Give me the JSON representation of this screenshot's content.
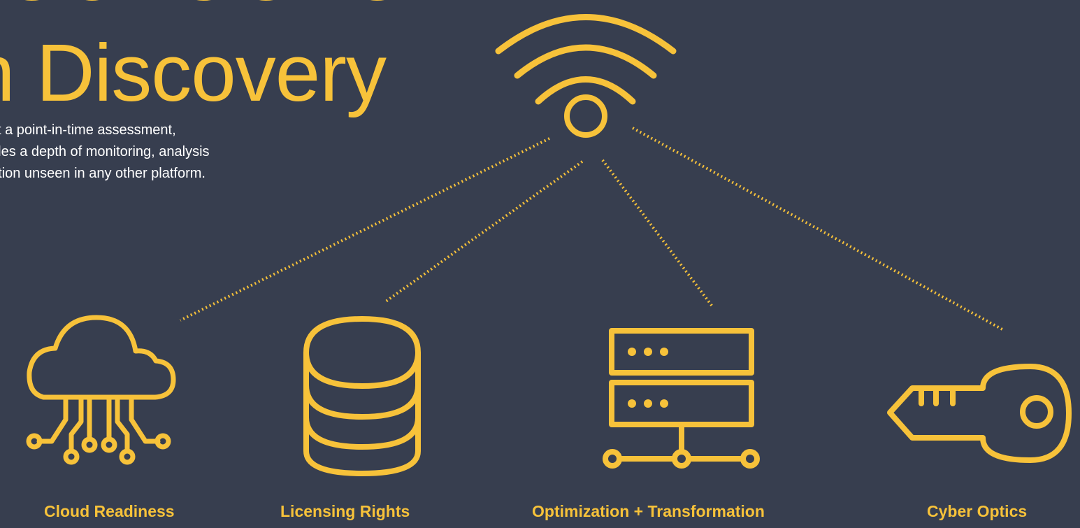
{
  "title": {
    "partial_top": "OUTGOTO",
    "main": "n Discovery"
  },
  "description": {
    "lines": [
      "st a point-in-time assessment,",
      "bles a depth of monitoring, analysis",
      "ation unseen in any other platform."
    ]
  },
  "categories": [
    {
      "label": "Cloud Readiness",
      "icon": "cloud-circuit-icon"
    },
    {
      "label": "Licensing Rights",
      "icon": "database-icon"
    },
    {
      "label": "Optimization + Transformation",
      "icon": "server-network-icon"
    },
    {
      "label": "Cyber Optics",
      "icon": "key-icon"
    }
  ],
  "colors": {
    "background": "#373e4f",
    "accent": "#f7c23a",
    "text": "#ffffff"
  },
  "top_icon": "wireless-broadcast-icon"
}
